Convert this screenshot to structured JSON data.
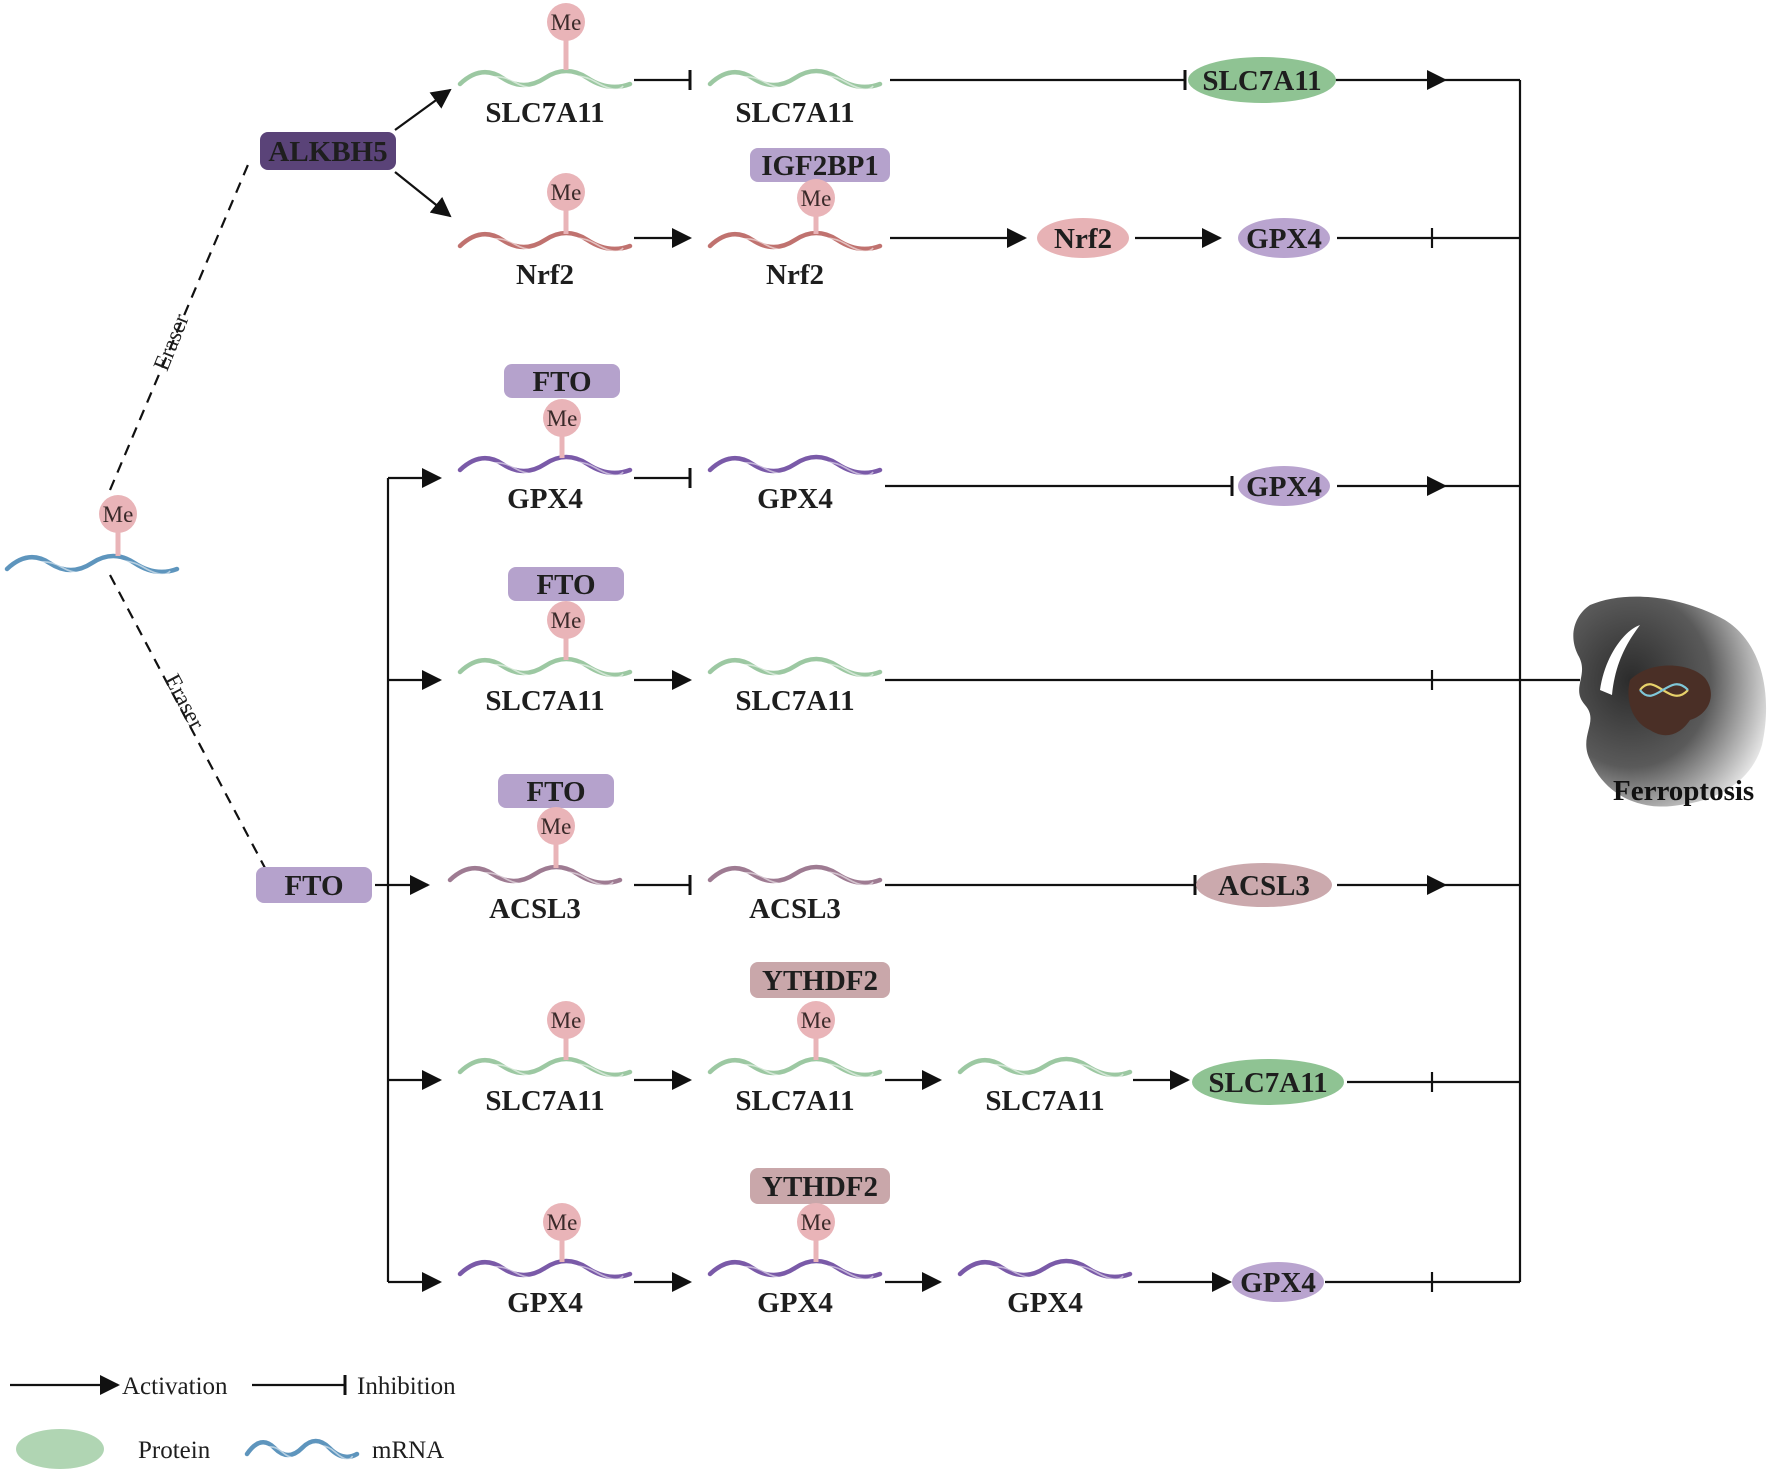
{
  "colors": {
    "green": "#9cc8a2",
    "red": "#c0726f",
    "purple": "#7a5aa8",
    "mauve": "#9e7b92",
    "blue": "#5e95bd",
    "me_fill": "#e9b4b8",
    "protein_green": "#8fc393",
    "protein_purple": "#b9a4cf",
    "protein_pink": "#e7b2b5",
    "protein_mauve": "#cba9ad",
    "box_dark": "#5a4378",
    "box_purple": "#b5a2cc",
    "box_brown": "#c9a7aa"
  },
  "me_label": "Me",
  "eraser_label": "Eraser",
  "alkbh5_label": "ALKBH5",
  "fto_label": "FTO",
  "igf2bp1_label": "IGF2BP1",
  "ythdf2_label": "YTHDF2",
  "ferroptosis_label": "Ferroptosis",
  "labels": {
    "slc7a11": "SLC7A11",
    "nrf2": "Nrf2",
    "gpx4": "GPX4",
    "acsl3": "ACSL3"
  },
  "legend": {
    "activation": "Activation",
    "inhibition": "Inhibition",
    "protein": "Protein",
    "mrna": "mRNA"
  },
  "icons": [
    "ferroptosis-cell-icon",
    "dna-icon"
  ]
}
